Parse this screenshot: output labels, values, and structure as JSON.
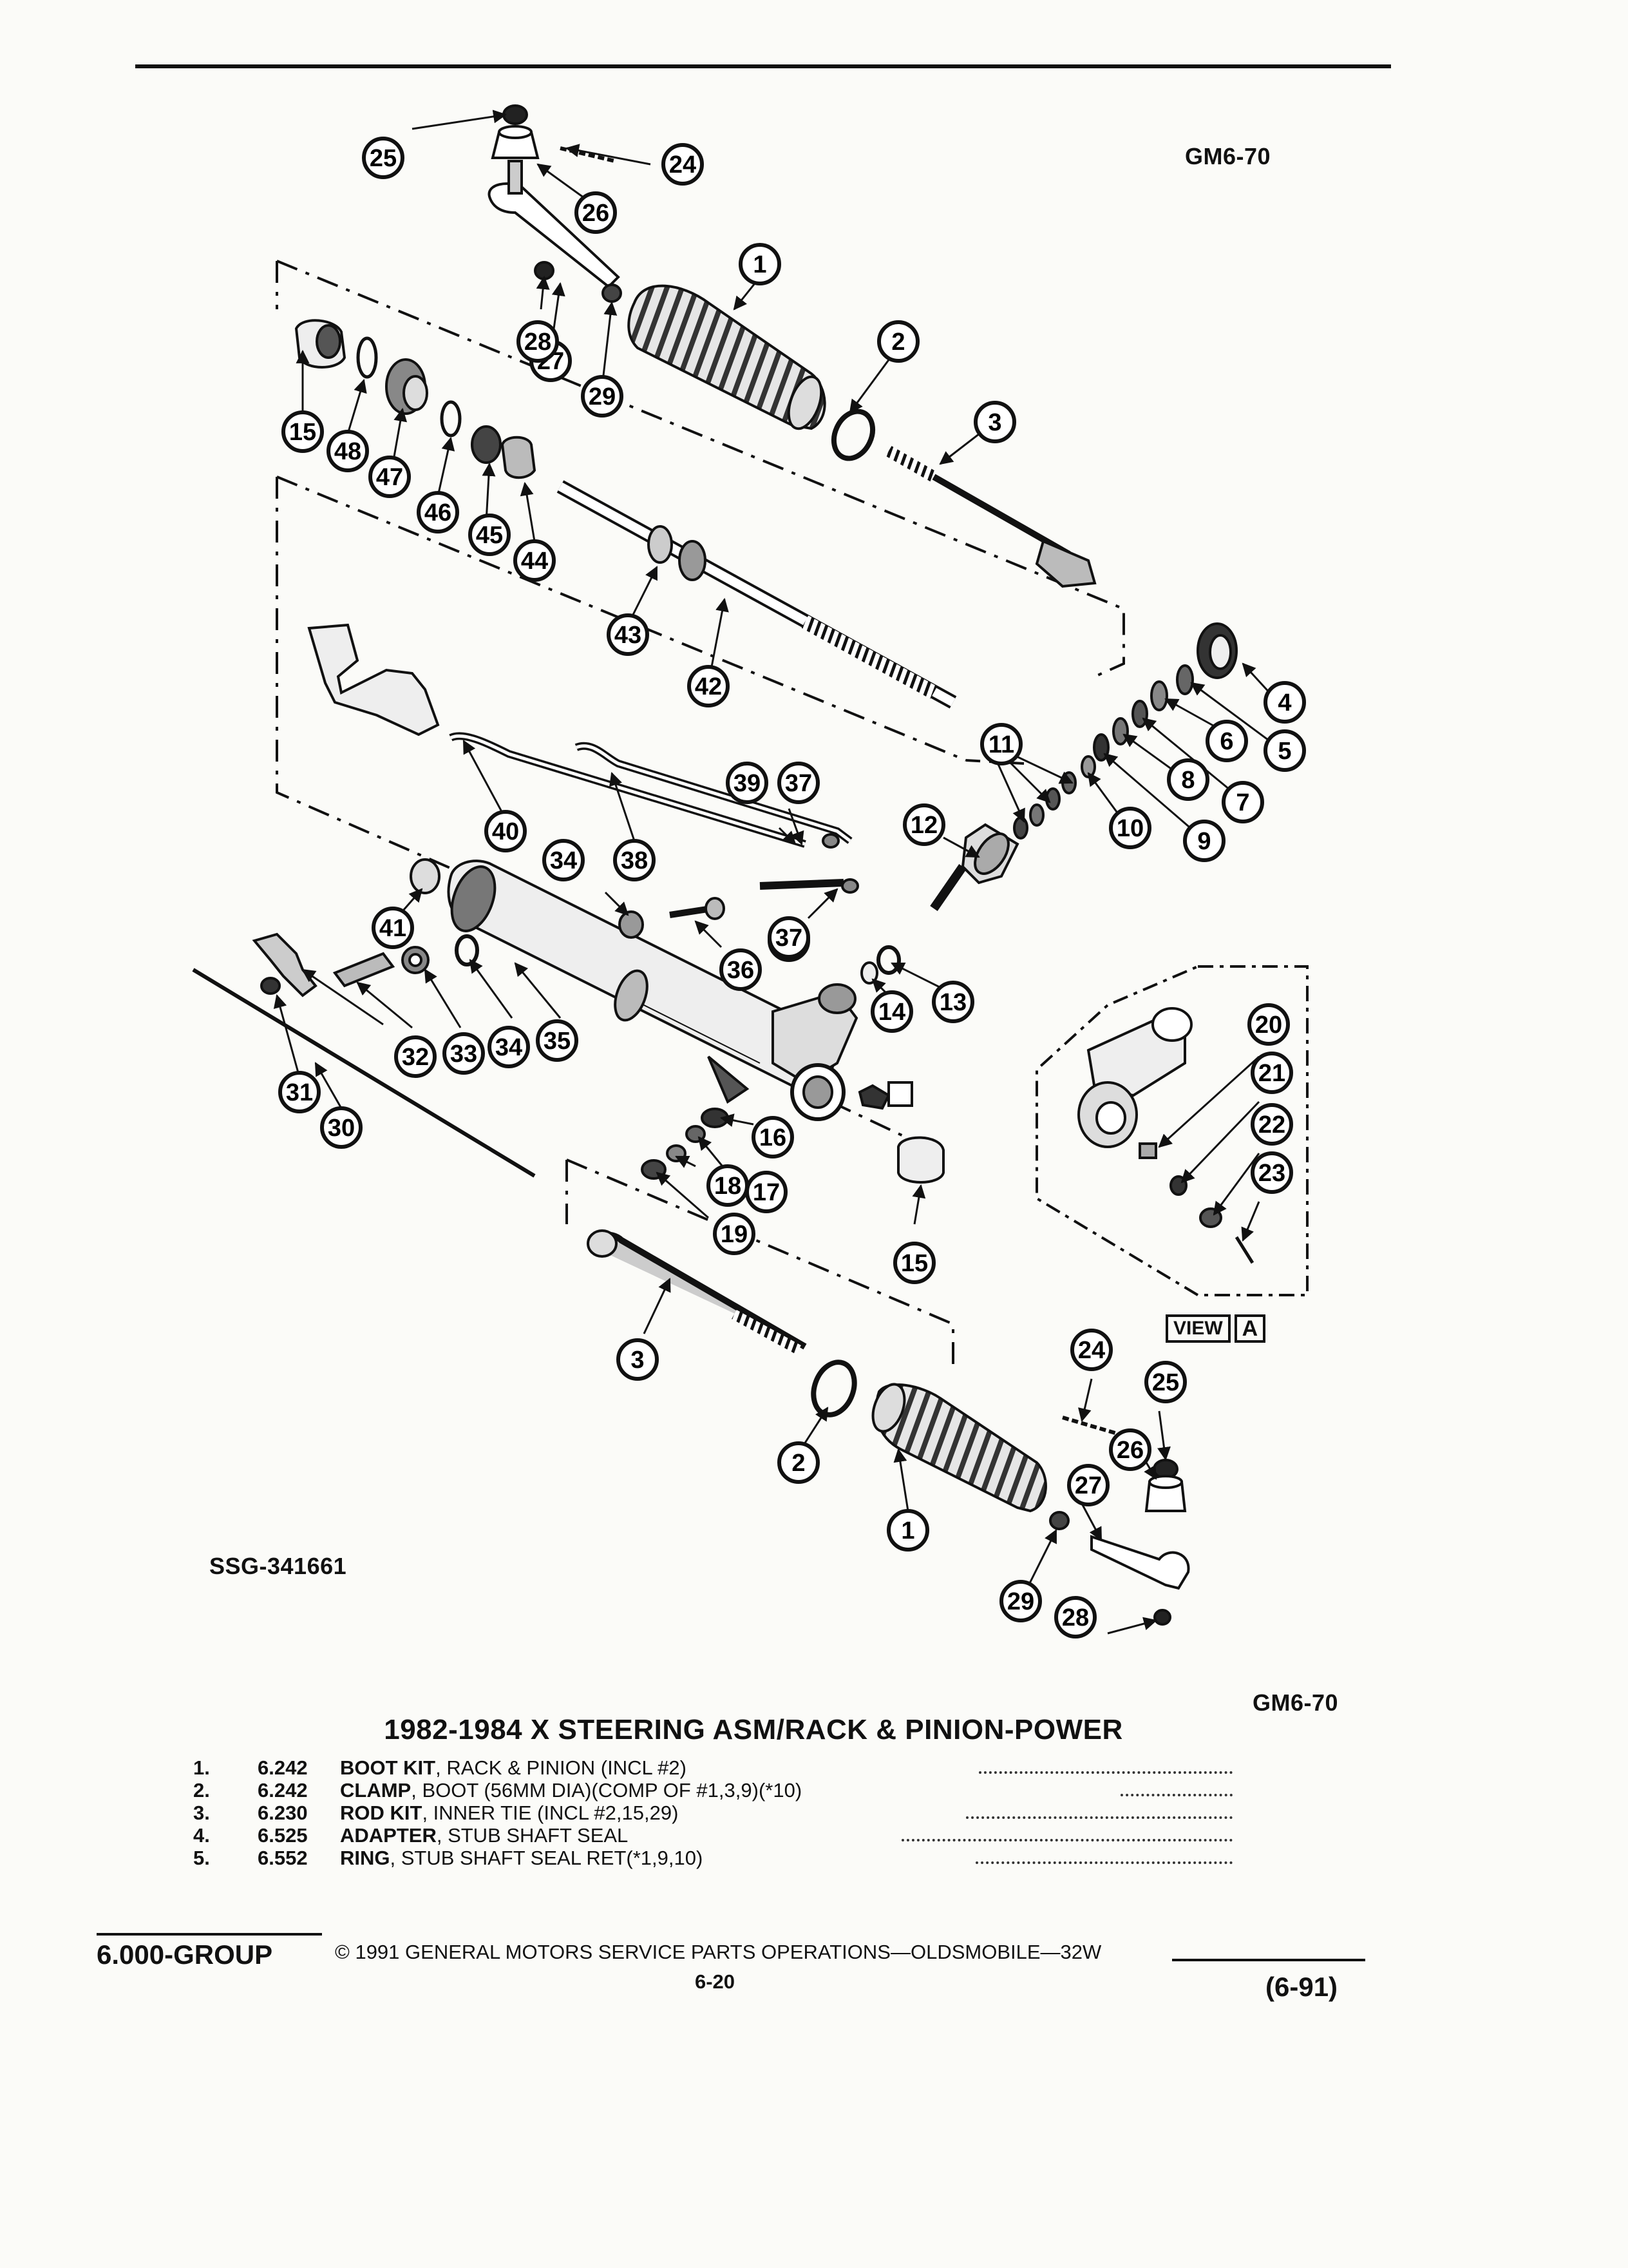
{
  "figure_id_top": "GM6-70",
  "figure_id_bottom": "GM6-70",
  "illustration_id": "SSG-341661",
  "view_label": "VIEW",
  "view_marker": "A",
  "callouts": [
    "1",
    "2",
    "3",
    "4",
    "5",
    "6",
    "7",
    "8",
    "9",
    "10",
    "11",
    "12",
    "13",
    "14",
    "15",
    "16",
    "17",
    "18",
    "19",
    "20",
    "21",
    "22",
    "23",
    "24",
    "25",
    "26",
    "27",
    "28",
    "29",
    "30",
    "31",
    "32",
    "33",
    "34",
    "35",
    "36",
    "37",
    "38",
    "39",
    "40",
    "41",
    "42",
    "43",
    "44",
    "45",
    "46",
    "47",
    "48"
  ],
  "title": "1982-1984 X STEERING ASM/RACK & PINION-POWER",
  "parts": [
    {
      "index": "1.",
      "code": "6.242",
      "name": "BOOT KIT",
      "detail": ", RACK & PINION (INCL #2)"
    },
    {
      "index": "2.",
      "code": "6.242",
      "name": "CLAMP",
      "detail": ", BOOT (56MM DIA)(COMP OF #1,3,9)(*10)"
    },
    {
      "index": "3.",
      "code": "6.230",
      "name": "ROD KIT",
      "detail": ", INNER TIE (INCL #2,15,29)"
    },
    {
      "index": "4.",
      "code": "6.525",
      "name": "ADAPTER",
      "detail": ", STUB SHAFT SEAL"
    },
    {
      "index": "5.",
      "code": "6.552",
      "name": "RING",
      "detail": ", STUB SHAFT SEAL RET(*1,9,10)"
    }
  ],
  "footer": {
    "group": "6.000-GROUP",
    "copyright": "© 1991 GENERAL MOTORS SERVICE PARTS OPERATIONS—OLDSMOBILE—32W",
    "page": "6-20",
    "revision": "(6-91)"
  }
}
